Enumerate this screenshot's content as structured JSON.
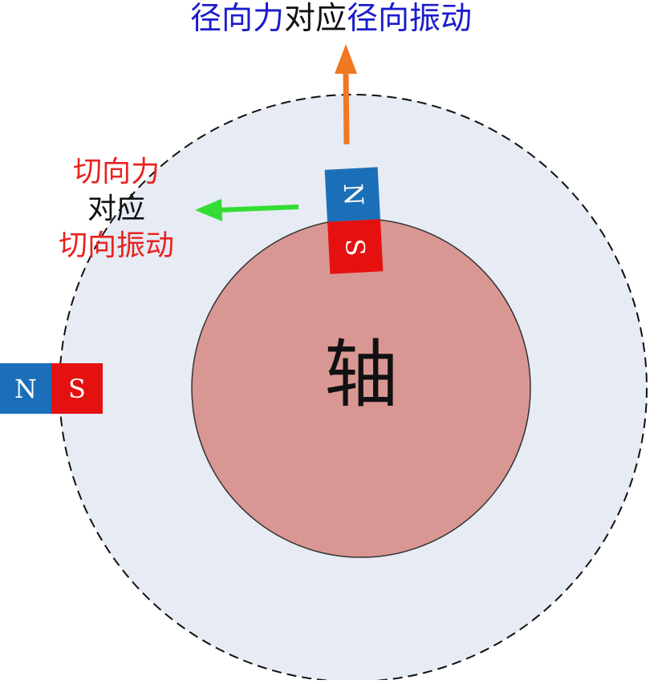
{
  "title": {
    "part1": "径向力",
    "part2": "对应",
    "part3": "径向振动"
  },
  "tangential_note": {
    "line1": "切向力",
    "line2": "对应",
    "line3": "切向振动"
  },
  "shaft": {
    "label": "轴"
  },
  "top_magnet": {
    "north": "N",
    "south": "S"
  },
  "left_magnet": {
    "north": "N",
    "south": "S"
  },
  "colors": {
    "blue_text": "#1c1ccc",
    "red_text": "#e8231f",
    "black_text": "#111111",
    "rotor_ring": "#e6ebf4",
    "shaft": "#d99793",
    "magnet_north": "#1b6fb8",
    "magnet_south": "#e51111",
    "radial_arrow": "#f07822",
    "tangential_arrow": "#33dd33"
  }
}
